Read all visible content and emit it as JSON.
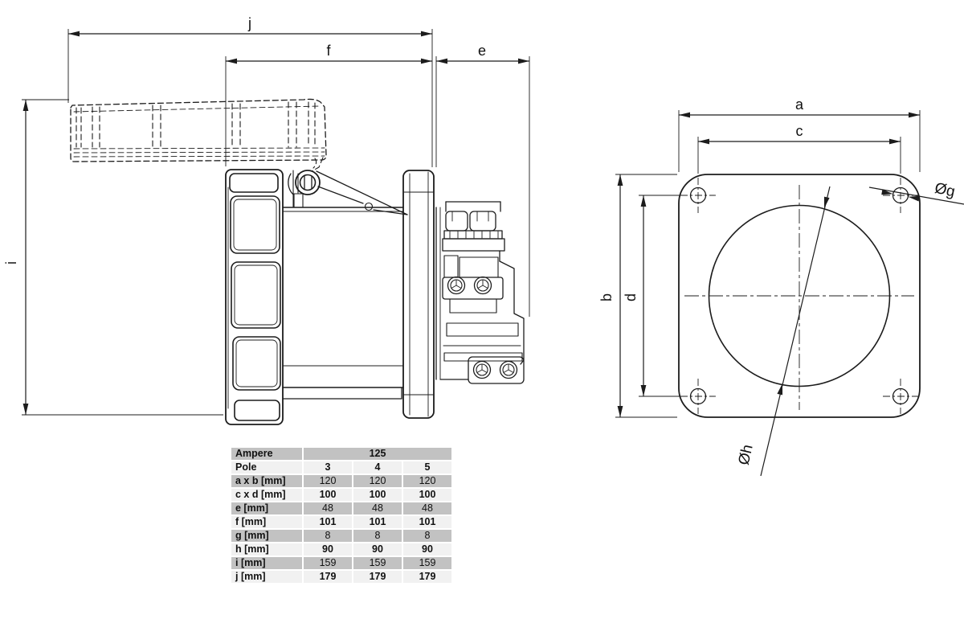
{
  "drawing": {
    "background": "#ffffff",
    "line_color": "#1c1c1c",
    "side_view": {
      "name": "side view of flanged CEE socket with hinged lid",
      "dim_labels": {
        "j": "j",
        "f": "f",
        "e": "e",
        "i": "i"
      }
    },
    "front_view": {
      "name": "front view of square mounting flange",
      "dim_labels": {
        "a": "a",
        "c": "c",
        "b": "b",
        "d": "d",
        "g": "Øg",
        "h": "Øh"
      }
    }
  },
  "table": {
    "gray_color": "#c2c2c2",
    "light_color": "#f1f1f1",
    "rows": [
      {
        "label": "Ampere",
        "span": "125"
      },
      {
        "label": "Pole",
        "values": [
          "3",
          "4",
          "5"
        ]
      },
      {
        "label": "a x b [mm]",
        "values": [
          "120",
          "120",
          "120"
        ]
      },
      {
        "label": "c x d [mm]",
        "values": [
          "100",
          "100",
          "100"
        ]
      },
      {
        "label": "e [mm]",
        "values": [
          "48",
          "48",
          "48"
        ]
      },
      {
        "label": "f [mm]",
        "values": [
          "101",
          "101",
          "101"
        ]
      },
      {
        "label": "g [mm]",
        "values": [
          "8",
          "8",
          "8"
        ]
      },
      {
        "label": "h [mm]",
        "values": [
          "90",
          "90",
          "90"
        ]
      },
      {
        "label": "i [mm]",
        "values": [
          "159",
          "159",
          "159"
        ]
      },
      {
        "label": "j [mm]",
        "values": [
          "179",
          "179",
          "179"
        ]
      }
    ]
  }
}
